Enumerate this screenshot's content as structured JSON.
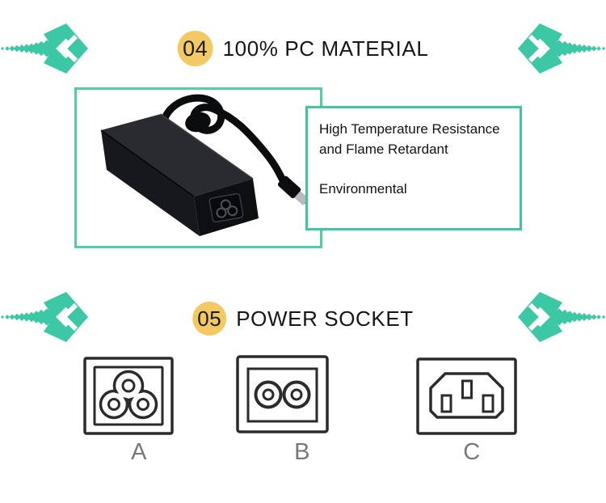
{
  "colors": {
    "accent_teal": "#3cc8a4",
    "frame_border": "#55cba9",
    "callout_border": "#3ec6a0",
    "badge_yellow": "#f2c962",
    "badge_text": "#1b1b1b",
    "heading_text": "#161616",
    "body_text": "#121212",
    "socket_line": "#2b2b2b",
    "socket_label_gray": "#787878"
  },
  "sections": {
    "material": {
      "badge": "04",
      "title": "100% PC MATERIAL",
      "image": "black-laptop-power-adapter-with-cable",
      "callout_lines": [
        "High Temperature Resistance",
        "and Flame Retardant",
        "Environmental"
      ]
    },
    "socket": {
      "badge": "05",
      "title": "POWER SOCKET",
      "items": [
        {
          "label": "A",
          "type": "C6 3-pin cloverleaf socket"
        },
        {
          "label": "B",
          "type": "C8 2-pin figure-eight socket"
        },
        {
          "label": "C",
          "type": "C14 3-pin socket"
        }
      ]
    }
  }
}
